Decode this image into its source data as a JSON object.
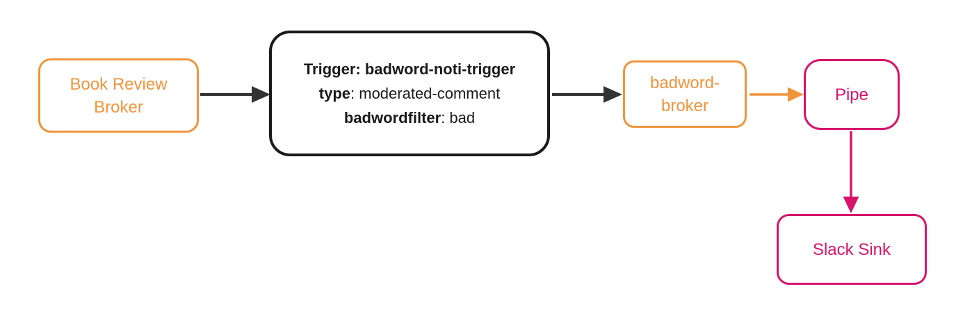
{
  "colors": {
    "orange": "#F0943C",
    "pink": "#D6146B",
    "node_black": "#1A1A1A",
    "edge_dark": "#333333",
    "background": "#FFFFFF"
  },
  "nodes": {
    "book_review_broker": {
      "label": "Book Review Broker"
    },
    "trigger": {
      "line1": "Trigger: badword-noti-trigger",
      "line2_key": "type",
      "line2_value": ": moderated-comment",
      "line3_key": "badwordfilter",
      "line3_value": ": bad"
    },
    "badword_broker": {
      "label": "badword-broker"
    },
    "pipe": {
      "label": "Pipe"
    },
    "slack_sink": {
      "label": "Slack Sink"
    }
  },
  "edges": [
    {
      "from": "Book Review Broker",
      "to": "Trigger",
      "color": "dark"
    },
    {
      "from": "Trigger",
      "to": "badword-broker",
      "color": "dark"
    },
    {
      "from": "badword-broker",
      "to": "Pipe",
      "color": "orange"
    },
    {
      "from": "Pipe",
      "to": "Slack Sink",
      "color": "pink"
    }
  ]
}
